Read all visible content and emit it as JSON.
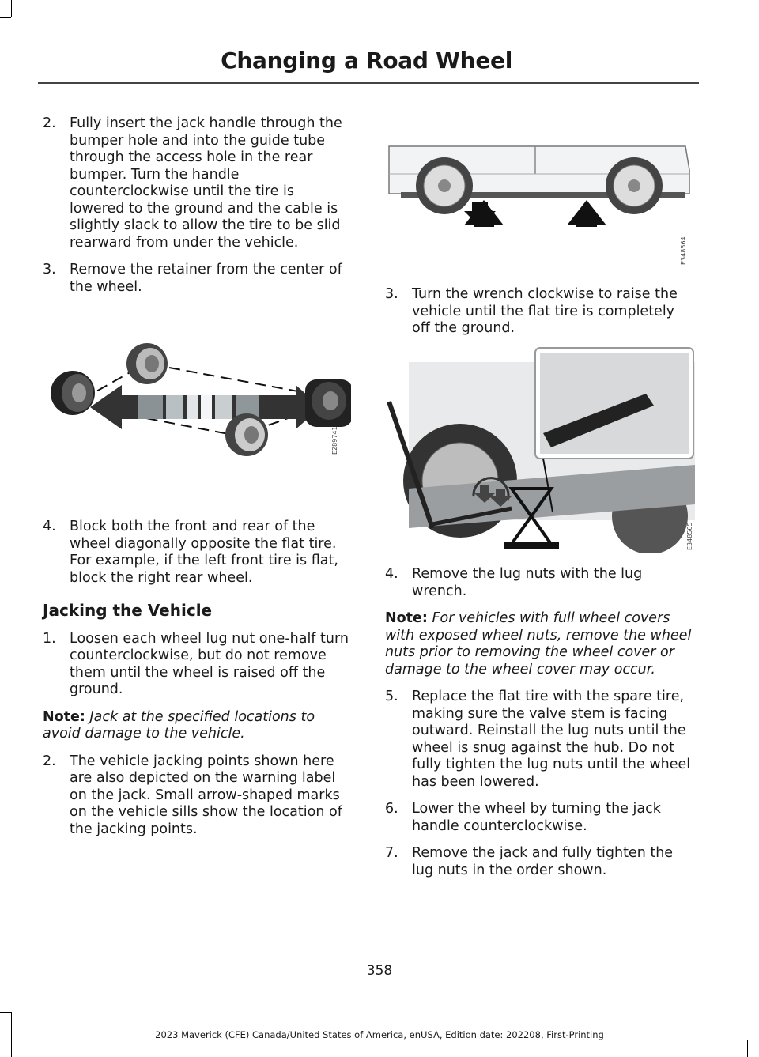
{
  "header": {
    "title": "Changing a Road Wheel"
  },
  "left_column": {
    "steps_a": [
      {
        "num": "2.",
        "text": "Fully insert the jack handle through the bumper hole and into the guide tube through the access hole in the rear bumper. Turn the handle counterclockwise until the tire is lowered to the ground and the cable is slightly slack to allow the tire to be slid rearward from under the vehicle."
      },
      {
        "num": "3.",
        "text": "Remove the retainer from the center of the wheel."
      }
    ],
    "figure_code": "E289741",
    "steps_b": [
      {
        "num": "4.",
        "text": "Block both the front and rear of the wheel diagonally opposite the flat tire. For example, if the left front tire is flat, block the right rear wheel."
      }
    ],
    "section_heading": "Jacking the Vehicle",
    "steps_c": [
      {
        "num": "1.",
        "text": "Loosen each wheel lug nut one-half turn counterclockwise, but do not remove them until the wheel is raised off the ground."
      }
    ],
    "note": {
      "label": "Note:",
      "text": "Jack at the specified locations to avoid damage to the vehicle."
    },
    "steps_d": [
      {
        "num": "2.",
        "text": "The vehicle jacking points shown here are also depicted on the warning label on the jack. Small arrow-shaped marks on the vehicle sills show the location of the jacking points."
      }
    ]
  },
  "right_column": {
    "figure1_code": "E348564",
    "steps_a": [
      {
        "num": "3.",
        "text": "Turn the wrench clockwise to raise the vehicle until the flat tire is completely off the ground."
      }
    ],
    "figure2_code": "E348565",
    "steps_b": [
      {
        "num": "4.",
        "text": "Remove the lug nuts with the lug wrench."
      }
    ],
    "note": {
      "label": "Note:",
      "text": "For vehicles with full wheel covers with exposed wheel nuts, remove the wheel nuts prior to removing the wheel cover or damage to the wheel cover may occur."
    },
    "steps_c": [
      {
        "num": "5.",
        "text": "Replace the flat tire with the spare tire, making sure the valve stem is facing outward. Reinstall the lug nuts until the wheel is snug against the hub. Do not fully tighten the lug nuts until the wheel has been lowered."
      },
      {
        "num": "6.",
        "text": "Lower the wheel by turning the jack handle counterclockwise."
      },
      {
        "num": "7.",
        "text": "Remove the jack and fully tighten the lug nuts in the order shown."
      }
    ]
  },
  "page_number": "358",
  "footer": "2023 Maverick (CFE) Canada/United States of America, enUSA, Edition date: 202208, First-Printing"
}
